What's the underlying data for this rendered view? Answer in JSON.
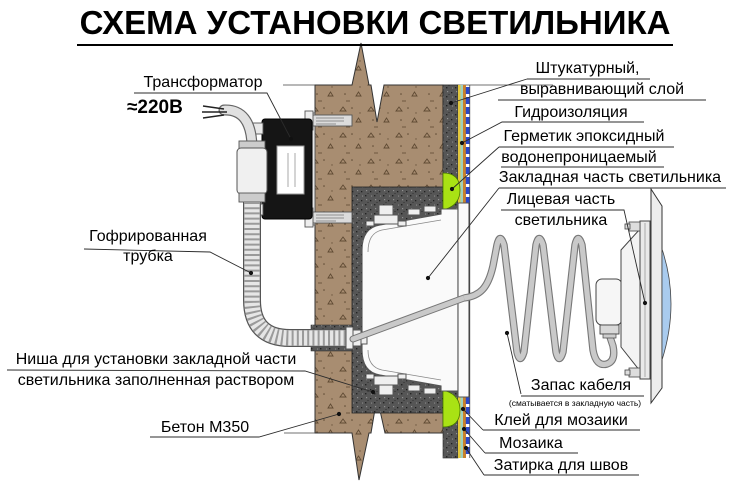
{
  "title": "СХЕМА УСТАНОВКИ СВЕТИЛЬНИКА",
  "labels": {
    "transformer": "Трансформатор",
    "voltage": "≈220В",
    "corrugated_tube_1": "Гофрированная",
    "corrugated_tube_2": "трубка",
    "niche_1": "Ниша для установки закладной части",
    "niche_2": "светильника заполненная раствором",
    "concrete": "Бетон М350",
    "plaster_1": "Штукатурный,",
    "plaster_2": "выравнивающий слой",
    "waterproofing": "Гидроизоляция",
    "sealant_1": "Герметик эпоксидный",
    "sealant_2": "водонепроницаемый",
    "embedded_part": "Закладная часть светильника",
    "face_part_1": "Лицевая часть",
    "face_part_2": "светильника",
    "cable_reserve": "Запас кабеля",
    "cable_reserve_note": "(сматывается в закладную часть)",
    "mosaic_glue": "Клей для мозаики",
    "mosaic": "Мозаика",
    "grout": "Затирка для швов"
  },
  "colors": {
    "wall_brown": "#A88D71",
    "plaster_gray": "#565656",
    "sealant_green": "#A9E214",
    "waterproof_yellow": "#E2C73E",
    "waterproof_teal": "#9ED0BD",
    "glue_orange": "#C9802A",
    "mosaic_blue": "#2B48C8",
    "lens_blue": "#A9CBEE",
    "cable_gray": "#C9C9C9"
  }
}
